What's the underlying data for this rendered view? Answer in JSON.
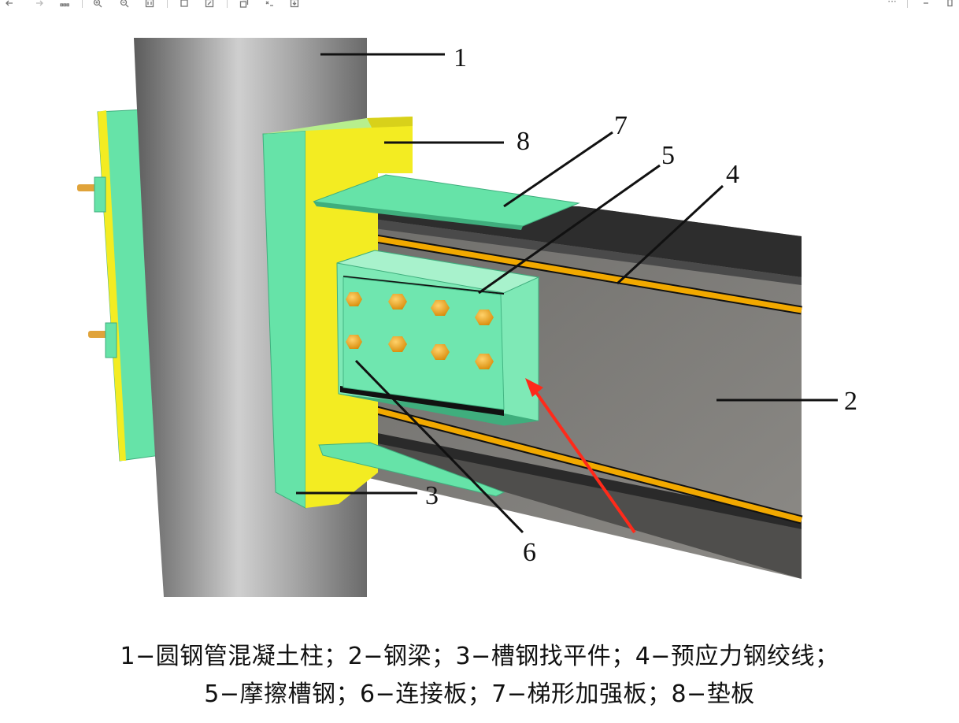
{
  "toolbar": {
    "left_icons": [
      "back-icon",
      "forward-icon",
      "grid-view-icon",
      "zoom-in-icon",
      "zoom-out-icon",
      "fit-page-icon",
      "crop-icon",
      "edit-icon",
      "extract-text-icon",
      "extract-image-icon",
      "download-icon"
    ],
    "more_label": "···",
    "right_icons": [
      "minimize-icon",
      "maximize-icon"
    ]
  },
  "diagram": {
    "labels": {
      "l1": "1",
      "l2": "2",
      "l3": "3",
      "l4": "4",
      "l5": "5",
      "l6": "6",
      "l7": "7",
      "l8": "8"
    },
    "colors": {
      "column": "#8f8f8f",
      "end_plate": "#f3ec22",
      "stiffener": "#66e3a8",
      "beam": "#7d7b78",
      "strand": "#f2a900",
      "bolt": "#f0a722",
      "arrow": "#ff2a1a"
    }
  },
  "caption": {
    "line1": "1−圆钢管混凝土柱；2−钢梁；3−槽钢找平件；4−预应力钢绞线；",
    "line2": "5−摩擦槽钢；6−连接板；7−梯形加强板；8−垫板"
  }
}
